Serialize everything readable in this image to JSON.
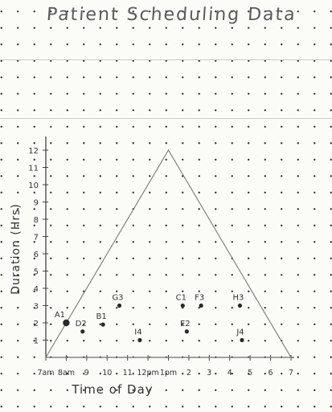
{
  "chart_data": {
    "type": "scatter",
    "title": "Patient Scheduling Data",
    "xlabel": "Time of Day",
    "ylabel": "Duration (Hrs)",
    "x_ticks": [
      {
        "x": 7,
        "label": "7am"
      },
      {
        "x": 8,
        "label": "8am"
      },
      {
        "x": 9,
        "label": "9"
      },
      {
        "x": 10,
        "label": "10"
      },
      {
        "x": 11,
        "label": "11"
      },
      {
        "x": 12,
        "label": "12pm"
      },
      {
        "x": 13,
        "label": "1pm"
      },
      {
        "x": 14,
        "label": "2"
      },
      {
        "x": 15,
        "label": "3"
      },
      {
        "x": 16,
        "label": "4"
      },
      {
        "x": 17,
        "label": "5"
      },
      {
        "x": 18,
        "label": "6"
      },
      {
        "x": 19,
        "label": "7"
      }
    ],
    "y_ticks": [
      {
        "y": 1,
        "label": "1"
      },
      {
        "y": 2,
        "label": "2"
      },
      {
        "y": 3,
        "label": "3"
      },
      {
        "y": 4,
        "label": "4"
      },
      {
        "y": 5,
        "label": "5"
      },
      {
        "y": 6,
        "label": "6"
      },
      {
        "y": 7,
        "label": "7"
      },
      {
        "y": 8,
        "label": "8"
      },
      {
        "y": 9,
        "label": "9"
      },
      {
        "y": 10,
        "label": "10"
      },
      {
        "y": 11,
        "label": "11"
      },
      {
        "y": 12,
        "label": "12"
      }
    ],
    "xlim": [
      7,
      19
    ],
    "ylim": [
      0,
      12
    ],
    "points": [
      {
        "label": "A1",
        "x": 8.0,
        "y": 2.0,
        "large": true
      },
      {
        "label": "D2",
        "x": 8.8,
        "y": 1.5
      },
      {
        "label": "B1",
        "x": 9.8,
        "y": 1.9
      },
      {
        "label": "G3",
        "x": 10.6,
        "y": 3.0
      },
      {
        "label": "I4",
        "x": 11.6,
        "y": 1.0
      },
      {
        "label": "C1",
        "x": 13.7,
        "y": 3.0
      },
      {
        "label": "E2",
        "x": 13.9,
        "y": 1.5
      },
      {
        "label": "F3",
        "x": 14.6,
        "y": 3.0
      },
      {
        "label": "H3",
        "x": 16.5,
        "y": 3.0
      },
      {
        "label": "J4",
        "x": 16.6,
        "y": 1.0
      }
    ],
    "triangle": [
      {
        "x": 7,
        "y": 0
      },
      {
        "x": 13,
        "y": 12
      },
      {
        "x": 19,
        "y": 0
      }
    ],
    "grid": false
  }
}
